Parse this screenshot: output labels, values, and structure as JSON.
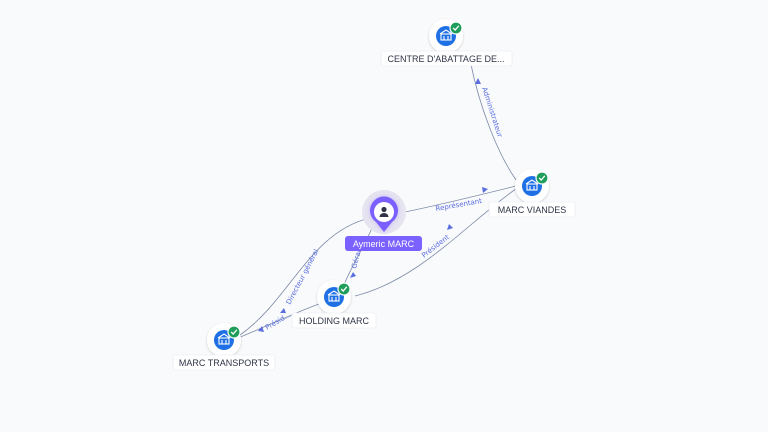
{
  "colors": {
    "company": "#1f6fe5",
    "check": "#1e9e5a",
    "person": "#7b61ff",
    "edge_label": "#5a6ee0"
  },
  "nodes": [
    {
      "id": "centre",
      "type": "company",
      "label": "CENTRE D'ABATTAGE DE...",
      "icon": "building-icon",
      "badge": "check-badge-icon"
    },
    {
      "id": "viandes",
      "type": "company",
      "label": "MARC VIANDES",
      "icon": "building-icon",
      "badge": "check-badge-icon"
    },
    {
      "id": "aymeric",
      "type": "person",
      "label": "Aymeric MARC",
      "icon": "person-icon"
    },
    {
      "id": "holding",
      "type": "company",
      "label": "HOLDING MARC",
      "icon": "building-icon",
      "badge": "check-badge-icon"
    },
    {
      "id": "transports",
      "type": "company",
      "label": "MARC TRANSPORTS",
      "icon": "building-icon",
      "badge": "check-badge-icon"
    }
  ],
  "edges": [
    {
      "id": "e1",
      "label": "Administrateur"
    },
    {
      "id": "e2",
      "label": "Représentant"
    },
    {
      "id": "e3",
      "label": "Président"
    },
    {
      "id": "e4",
      "label": "Gérant"
    },
    {
      "id": "e5",
      "label": "Directeur général"
    },
    {
      "id": "e6",
      "label": "Présid..."
    }
  ]
}
